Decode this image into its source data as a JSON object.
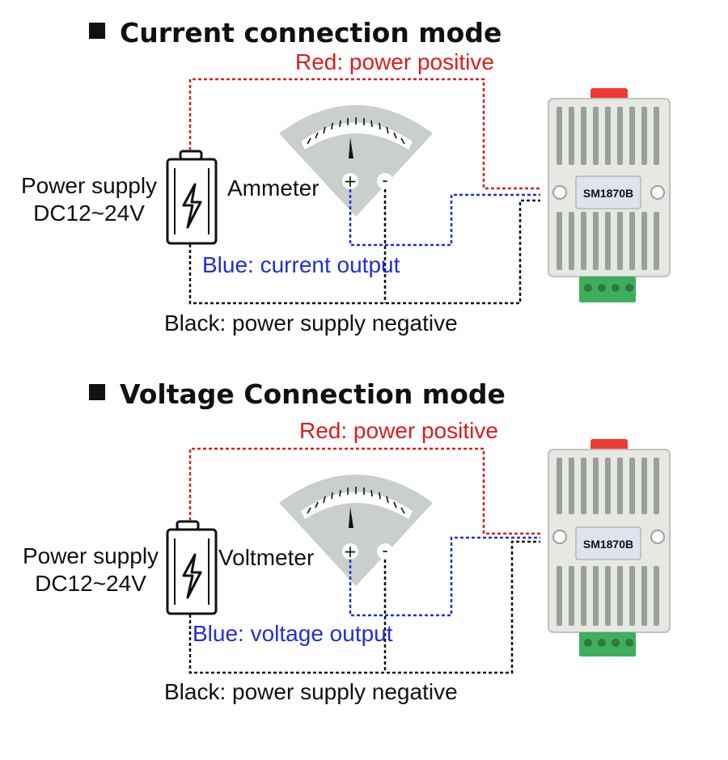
{
  "colors": {
    "red_wire": "#e01b1b",
    "blue_wire": "#1f2fd6",
    "black_wire": "#111111",
    "meter_face": "#c9d0cc",
    "device_body": "#e6e8e4",
    "terminal_green": "#3fae5a",
    "tab_red": "#ef3b33"
  },
  "icons": [
    "battery-icon",
    "lightning-icon",
    "analog-meter-icon",
    "transmitter-device-icon"
  ],
  "panels": [
    {
      "title": "Current connection mode",
      "red_label": "Red: power positive",
      "power_line1": "Power supply",
      "power_line2": "DC12~24V",
      "meter_label": "Ammeter",
      "blue_label": "Blue: current output",
      "black_label": "Black: power supply negative",
      "device_label": "SM1870B",
      "plus": "+",
      "minus": "-"
    },
    {
      "title": "Voltage Connection mode",
      "red_label": "Red: power positive",
      "power_line1": "Power supply",
      "power_line2": "DC12~24V",
      "meter_label": "Voltmeter",
      "blue_label": "Blue: voltage output",
      "black_label": "Black: power supply negative",
      "device_label": "SM1870B",
      "plus": "+",
      "minus": "-"
    }
  ]
}
